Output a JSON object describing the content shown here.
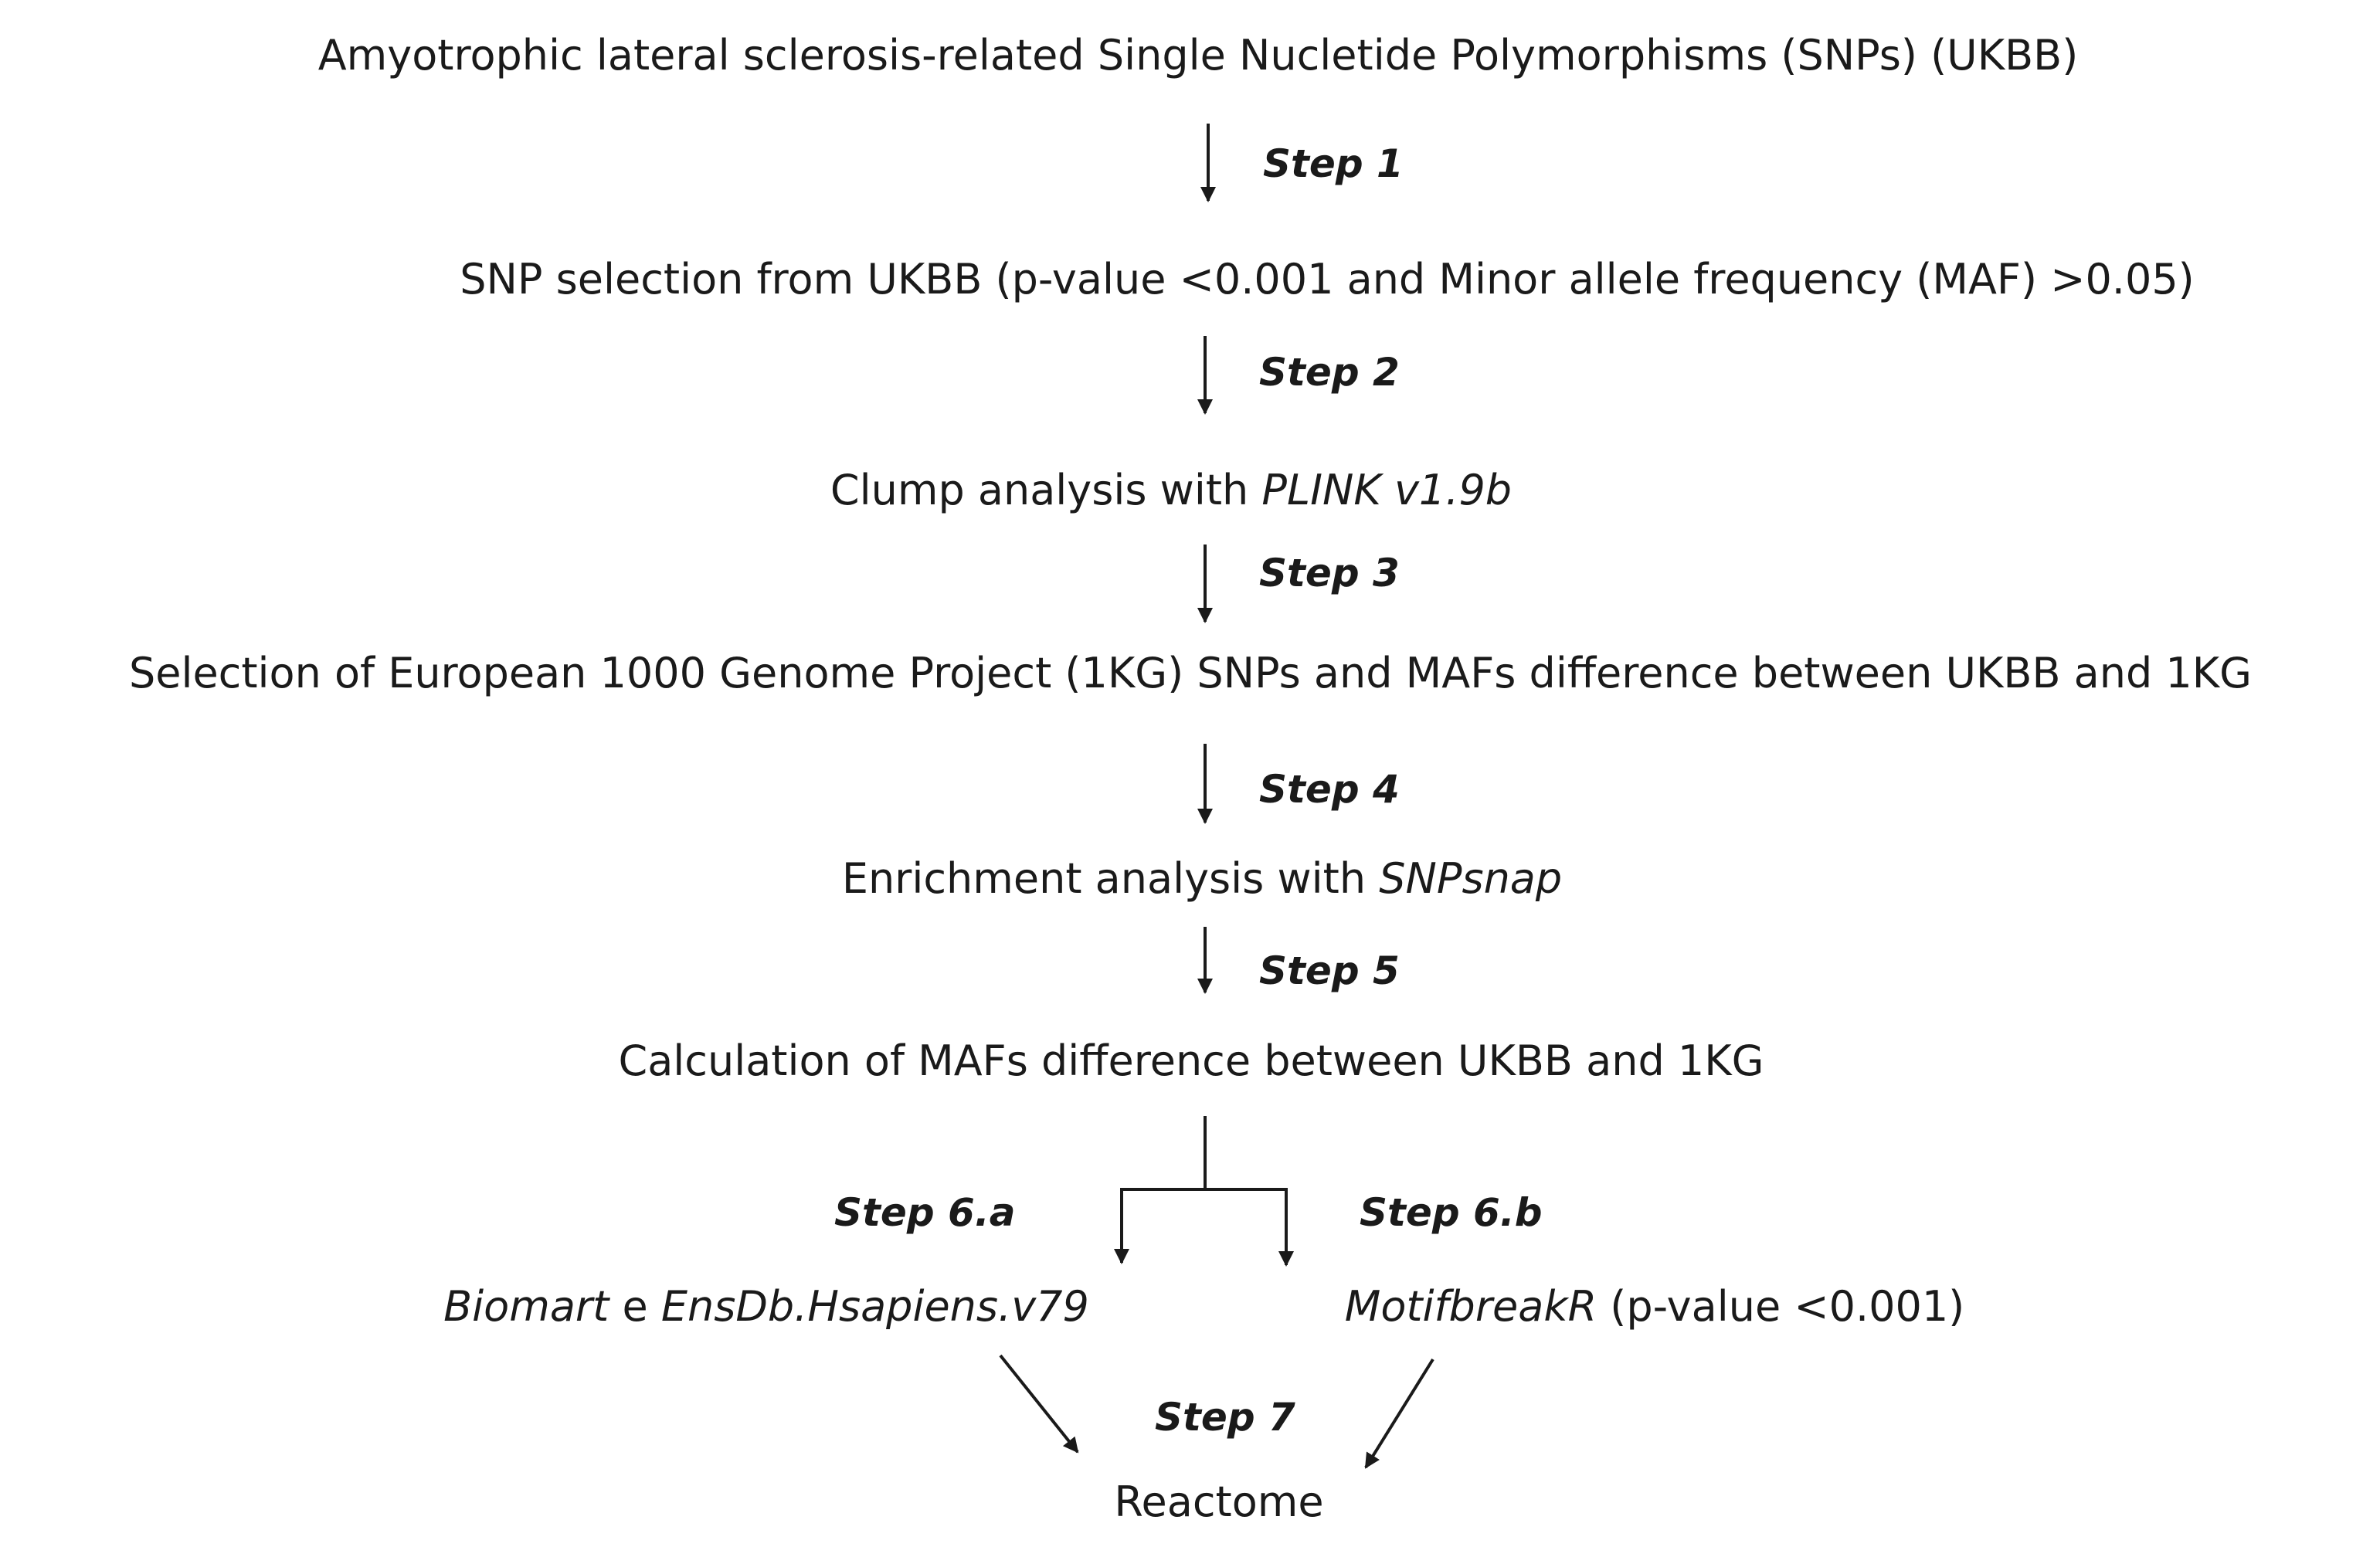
{
  "nodes": {
    "n1": {
      "text": "Amyotrophic lateral sclerosis-related Single Nucletide Polymorphisms (SNPs) (UKBB)"
    },
    "n2": {
      "text": "SNP selection from UKBB (p-value <0.001 and Minor allele frequency (MAF)  >0.05)"
    },
    "n3": {
      "prefix": "Clump analysis with ",
      "italic": "PLINK v1.9b"
    },
    "n4": {
      "text": "Selection of European 1000 Genome Project (1KG) SNPs and MAFs difference between UKBB and 1KG"
    },
    "n5": {
      "prefix": "Enrichment analysis with ",
      "italic": "SNPsnap"
    },
    "n6": {
      "text": "Calculation of MAFs difference between UKBB and 1KG"
    },
    "n7a": {
      "italic1": "Biomart",
      "middle": " e ",
      "italic2": "EnsDb.Hsapiens.v79"
    },
    "n7b": {
      "italic": "MotifbreakR",
      "suffix": " (p-value <0.001)"
    },
    "n8": {
      "text": "Reactome"
    }
  },
  "steps": {
    "s1": "Step 1",
    "s2": "Step 2",
    "s3": "Step 3",
    "s4": "Step 4",
    "s5": "Step 5",
    "s6a": "Step 6.a",
    "s6b": "Step 6.b",
    "s7": "Step 7"
  },
  "colors": {
    "text": "#1a1a1a",
    "arrow": "#1a1a1a",
    "background": "#ffffff"
  }
}
